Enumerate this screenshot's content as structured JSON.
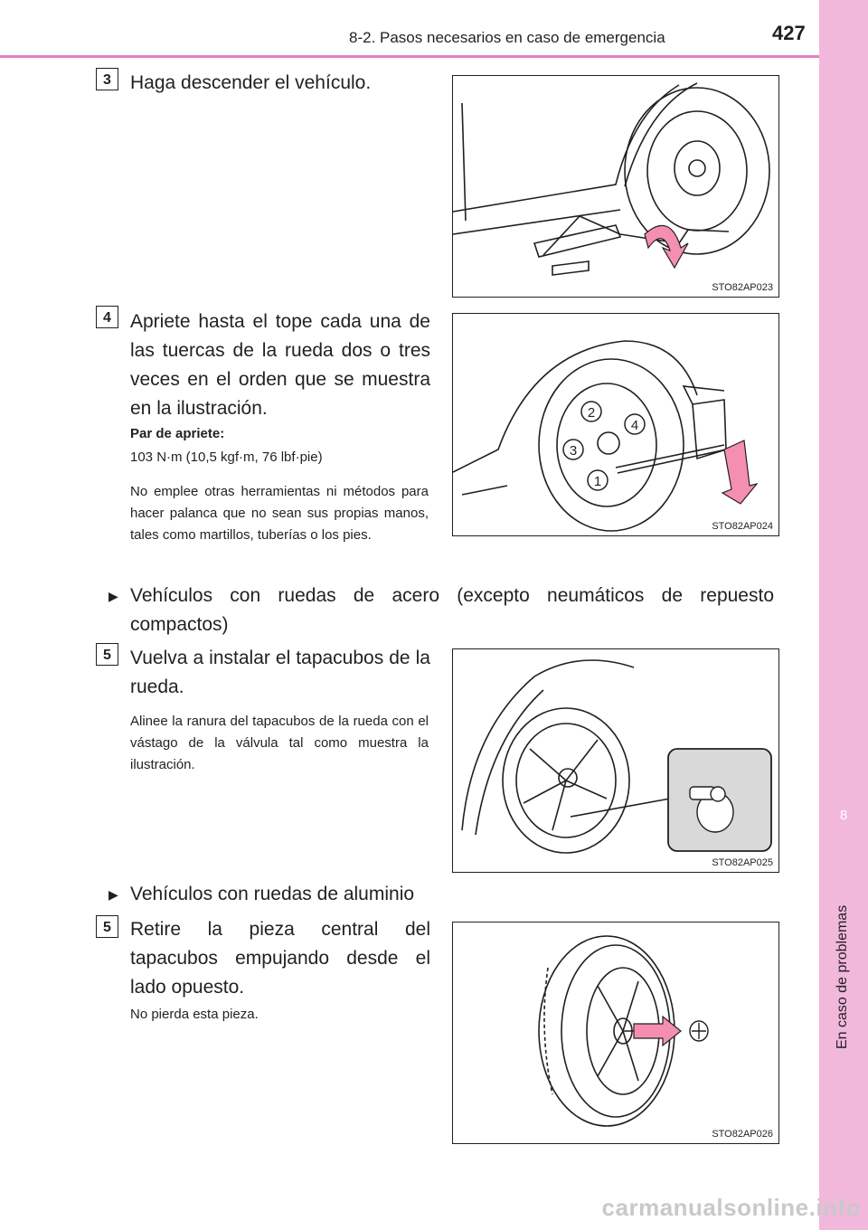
{
  "header": {
    "section": "8-2. Pasos necesarios en caso de emergencia",
    "page_number": "427"
  },
  "sidetab": {
    "chapter_number": "8",
    "chapter_title": "En caso de problemas"
  },
  "steps": [
    {
      "number": "3",
      "text": "Haga descender el vehículo.",
      "illustration_code": "STO82AP023"
    },
    {
      "number": "4",
      "text": "Apriete hasta el tope cada una de las tuercas de la rueda dos o tres veces en el orden que se muestra en la ilustración.",
      "torque_label": "Par de apriete:",
      "torque_value": "103 N·m (10,5 kgf·m, 76 lbf·pie)",
      "note": "No emplee otras herramientas ni métodos para hacer palanca que no sean sus propias manos, tales como martillos, tuberías o los pies.",
      "illustration_code": "STO82AP024",
      "nut_labels": [
        "1",
        "2",
        "3",
        "4"
      ]
    },
    {
      "condition": "Vehículos con ruedas de acero (excepto neumáticos de repuesto compactos)",
      "number": "5",
      "text": "Vuelva a instalar el tapacubos de la rueda.",
      "note": "Alinee la ranura del tapacubos de la rueda con el vástago de la válvula tal como muestra la ilustración.",
      "illustration_code": "STO82AP025"
    },
    {
      "condition": "Vehículos con ruedas de aluminio",
      "number": "5",
      "text": "Retire la pieza central del tapacubos empujando desde el lado opuesto.",
      "note": "No pierda esta pieza.",
      "illustration_code": "STO82AP026"
    }
  ],
  "watermark": "carmanualsonline.info",
  "colors": {
    "sidetab": "#f2b8dc",
    "header_line": "#e680bf",
    "arrow_pink": "#f48fb1"
  }
}
